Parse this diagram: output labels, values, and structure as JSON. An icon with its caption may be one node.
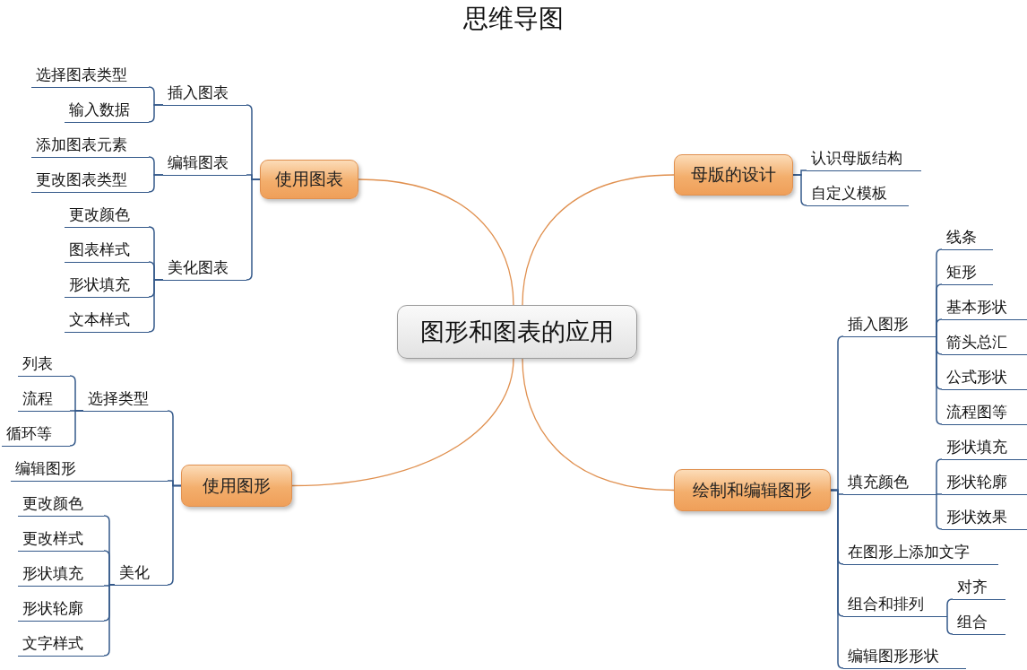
{
  "diagram": {
    "title": "思维导图",
    "nodes": [
      {
        "text": [
          "图形和图表的应用"
        ]
      },
      {
        "text": [
          "使用图表"
        ]
      },
      {
        "text": [
          "插入图表"
        ]
      },
      {
        "text": [
          "选择图表类型"
        ]
      },
      {
        "text": [
          "输入数据"
        ]
      },
      {
        "text": [
          "编辑图表"
        ]
      },
      {
        "text": [
          "添加图表元素"
        ]
      },
      {
        "text": [
          "更改图表类型"
        ]
      },
      {
        "text": [
          "美化图表"
        ]
      },
      {
        "text": [
          "更改颜色"
        ]
      },
      {
        "text": [
          "图表样式"
        ]
      },
      {
        "text": [
          "形状填充"
        ]
      },
      {
        "text": [
          "文本样式"
        ]
      },
      {
        "text": [
          "使用图形"
        ]
      },
      {
        "text": [
          "选择类型"
        ]
      },
      {
        "text": [
          "列表"
        ]
      },
      {
        "text": [
          "流程"
        ]
      },
      {
        "text": [
          "循环等"
        ]
      },
      {
        "text": [
          "编辑图形"
        ]
      },
      {
        "text": [
          "美化"
        ]
      },
      {
        "text": [
          "更改颜色"
        ]
      },
      {
        "text": [
          "更改样式"
        ]
      },
      {
        "text": [
          "形状填充"
        ]
      },
      {
        "text": [
          "形状轮廓"
        ]
      },
      {
        "text": [
          "文字样式"
        ]
      },
      {
        "text": [
          "母版的设计"
        ]
      },
      {
        "text": [
          "认识母版结构"
        ]
      },
      {
        "text": [
          "自定义模板"
        ]
      },
      {
        "text": [
          "绘制和编辑图形"
        ]
      },
      {
        "text": [
          "插入图形"
        ]
      },
      {
        "text": [
          "线条"
        ]
      },
      {
        "text": [
          "矩形"
        ]
      },
      {
        "text": [
          "基本形状"
        ]
      },
      {
        "text": [
          "箭头总汇"
        ]
      },
      {
        "text": [
          "公式形状"
        ]
      },
      {
        "text": [
          "流程图等"
        ]
      },
      {
        "text": [
          "填充颜色"
        ]
      },
      {
        "text": [
          "形状填充"
        ]
      },
      {
        "text": [
          "形状轮廓"
        ]
      },
      {
        "text": [
          "形状效果"
        ]
      },
      {
        "text": [
          "在图形上添加文字"
        ]
      },
      {
        "text": [
          "组合和排列"
        ]
      },
      {
        "text": [
          "对齐"
        ]
      },
      {
        "text": [
          "组合"
        ]
      },
      {
        "text": [
          "编辑图形形状"
        ]
      }
    ],
    "edges": [
      {
        "from": 0,
        "to": 1,
        "arrow": "none",
        "color": "#e0904f"
      },
      {
        "from": 0,
        "to": 13,
        "arrow": "none",
        "color": "#e0904f"
      },
      {
        "from": 0,
        "to": 25,
        "arrow": "none",
        "color": "#e0904f"
      },
      {
        "from": 0,
        "to": 28,
        "arrow": "none",
        "color": "#e0904f"
      },
      {
        "from": 1,
        "to": 2,
        "arrow": "none"
      },
      {
        "from": 2,
        "to": 3,
        "arrow": "none"
      },
      {
        "from": 2,
        "to": 4,
        "arrow": "none"
      },
      {
        "from": 1,
        "to": 5,
        "arrow": "none"
      },
      {
        "from": 5,
        "to": 6,
        "arrow": "none"
      },
      {
        "from": 5,
        "to": 7,
        "arrow": "none"
      },
      {
        "from": 1,
        "to": 8,
        "arrow": "none"
      },
      {
        "from": 8,
        "to": 9,
        "arrow": "none"
      },
      {
        "from": 8,
        "to": 10,
        "arrow": "none"
      },
      {
        "from": 8,
        "to": 11,
        "arrow": "none"
      },
      {
        "from": 8,
        "to": 12,
        "arrow": "none"
      },
      {
        "from": 13,
        "to": 14,
        "arrow": "none"
      },
      {
        "from": 14,
        "to": 15,
        "arrow": "none"
      },
      {
        "from": 14,
        "to": 16,
        "arrow": "none"
      },
      {
        "from": 14,
        "to": 17,
        "arrow": "none"
      },
      {
        "from": 13,
        "to": 18,
        "arrow": "none"
      },
      {
        "from": 13,
        "to": 19,
        "arrow": "none"
      },
      {
        "from": 19,
        "to": 20,
        "arrow": "none"
      },
      {
        "from": 19,
        "to": 21,
        "arrow": "none"
      },
      {
        "from": 19,
        "to": 22,
        "arrow": "none"
      },
      {
        "from": 19,
        "to": 23,
        "arrow": "none"
      },
      {
        "from": 19,
        "to": 24,
        "arrow": "none"
      },
      {
        "from": 25,
        "to": 26,
        "arrow": "none"
      },
      {
        "from": 25,
        "to": 27,
        "arrow": "none"
      },
      {
        "from": 28,
        "to": 29,
        "arrow": "none"
      },
      {
        "from": 29,
        "to": 30,
        "arrow": "none"
      },
      {
        "from": 29,
        "to": 31,
        "arrow": "none"
      },
      {
        "from": 29,
        "to": 32,
        "arrow": "none"
      },
      {
        "from": 29,
        "to": 33,
        "arrow": "none"
      },
      {
        "from": 29,
        "to": 34,
        "arrow": "none"
      },
      {
        "from": 29,
        "to": 35,
        "arrow": "none"
      },
      {
        "from": 28,
        "to": 36,
        "arrow": "none"
      },
      {
        "from": 36,
        "to": 37,
        "arrow": "none"
      },
      {
        "from": 36,
        "to": 38,
        "arrow": "none"
      },
      {
        "from": 36,
        "to": 39,
        "arrow": "none"
      },
      {
        "from": 28,
        "to": 40,
        "arrow": "none"
      },
      {
        "from": 28,
        "to": 41,
        "arrow": "none"
      },
      {
        "from": 41,
        "to": 42,
        "arrow": "none"
      },
      {
        "from": 41,
        "to": 43,
        "arrow": "none"
      },
      {
        "from": 28,
        "to": 44,
        "arrow": "none"
      }
    ]
  }
}
